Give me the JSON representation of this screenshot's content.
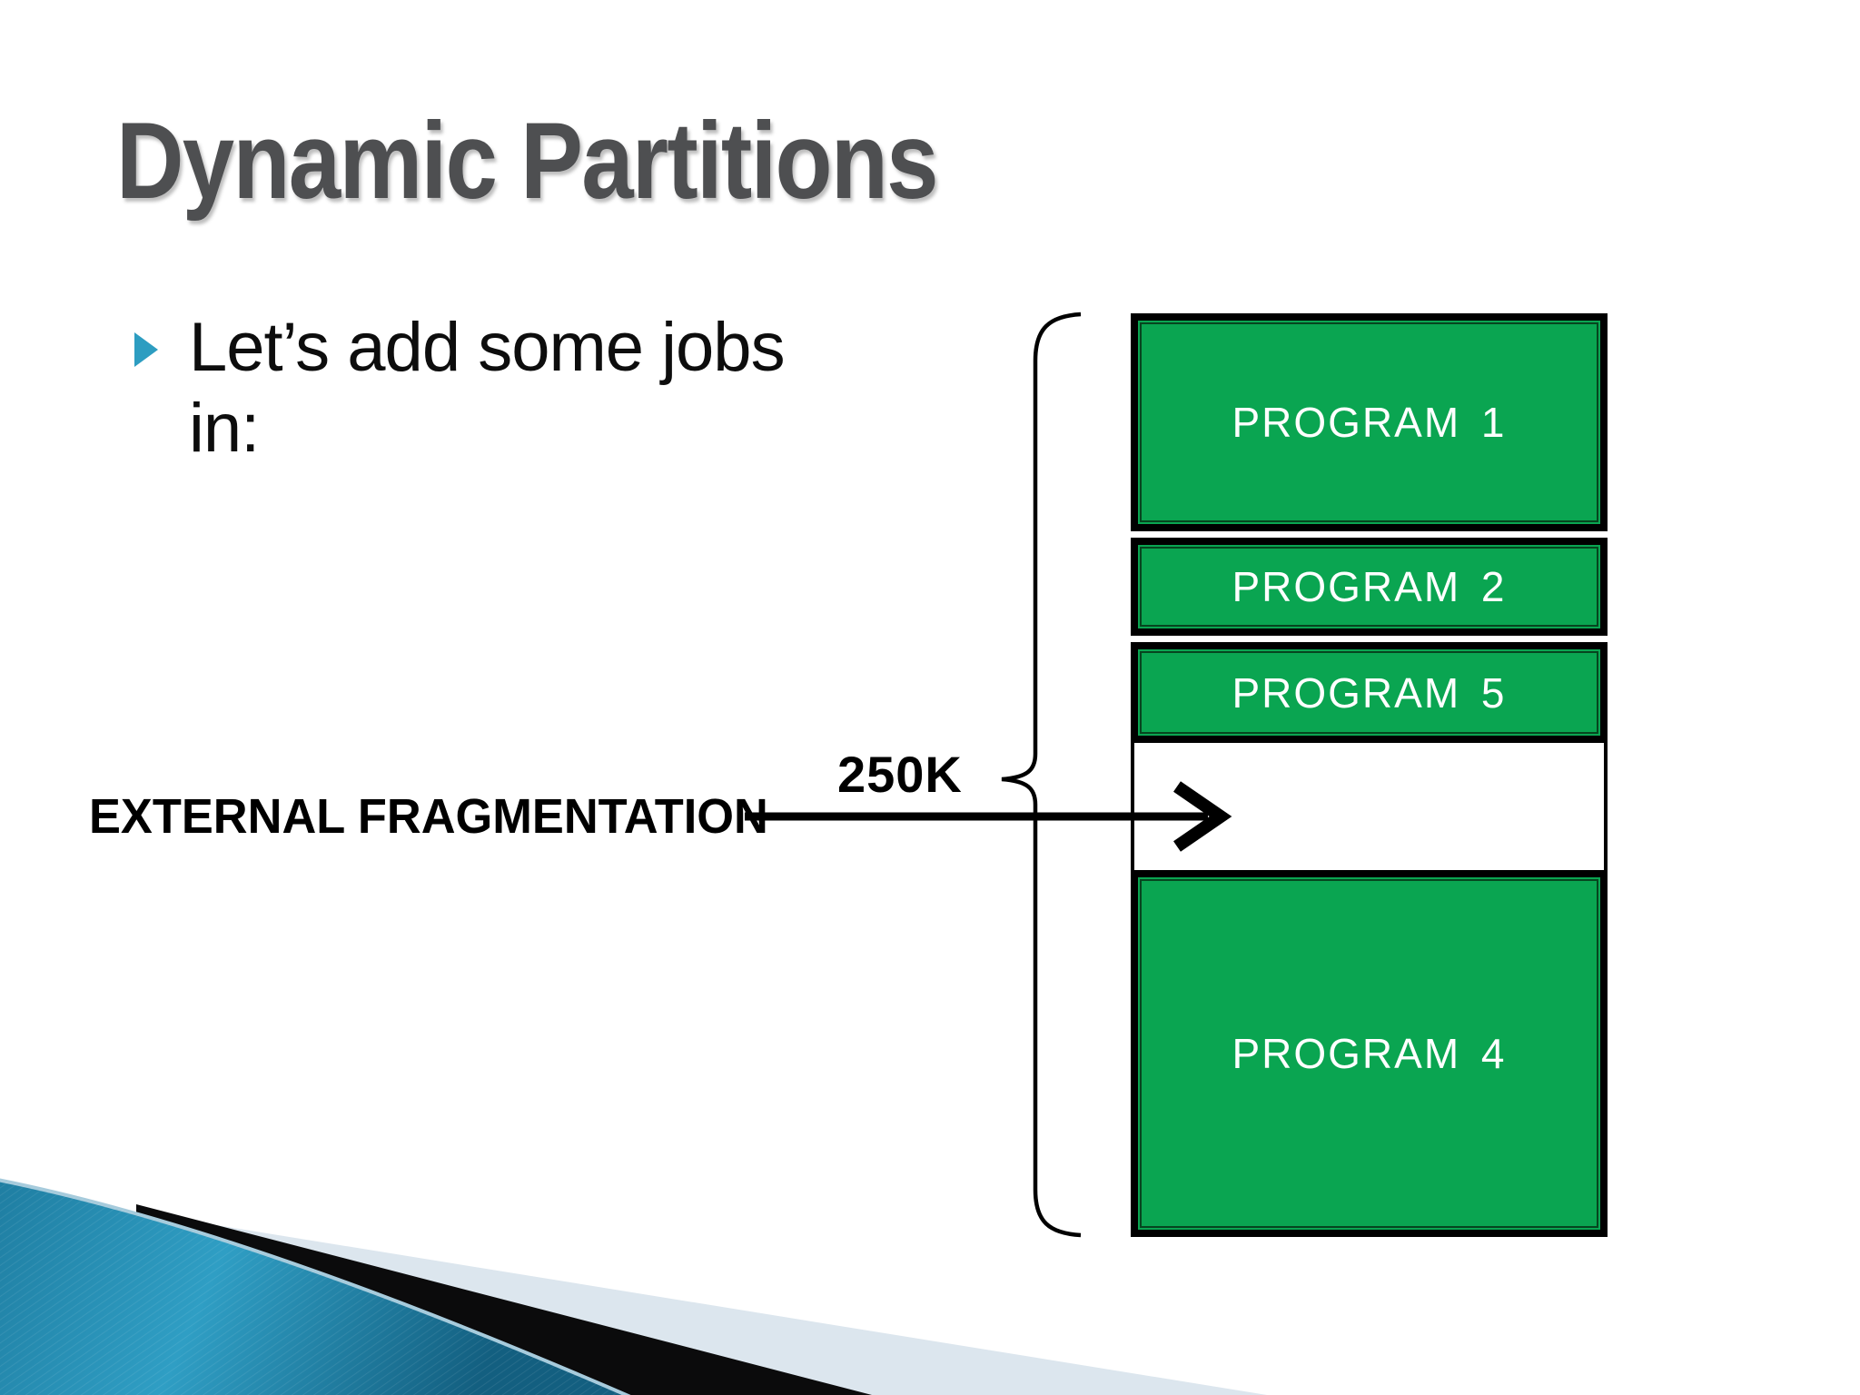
{
  "slide": {
    "title": "Dynamic Partitions",
    "bullet_line1": "Let’s add some jobs",
    "bullet_line2": "in:",
    "size_label": "250K",
    "fragmentation_label": "EXTERNAL FRAGMENTATION",
    "memory_diagram": {
      "blocks": [
        {
          "label": "PROGRAM 1",
          "type": "allocated"
        },
        {
          "label": "PROGRAM 2",
          "type": "allocated"
        },
        {
          "label": "PROGRAM 5",
          "type": "allocated"
        },
        {
          "label": "",
          "type": "free"
        },
        {
          "label": "PROGRAM 4",
          "type": "allocated"
        }
      ]
    },
    "colors": {
      "block_green": "#0aa551",
      "title_gray": "#4e4f51",
      "bullet_teal": "#2d9dc1",
      "decoration_teal": "#2f9ec4",
      "decoration_pale": "#dce6ee",
      "decoration_black": "#0b0b0c"
    }
  }
}
